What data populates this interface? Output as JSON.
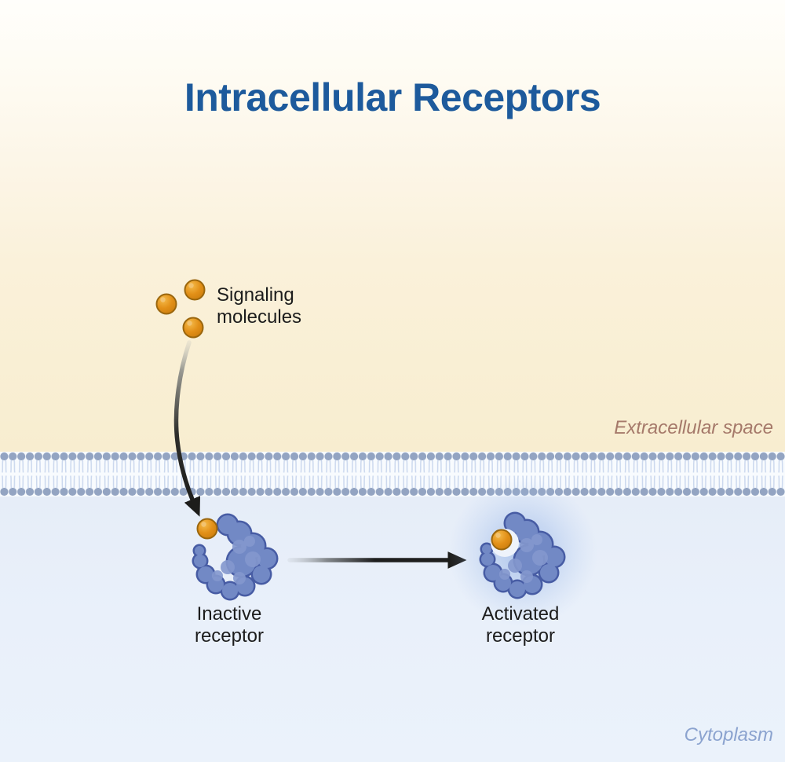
{
  "title": "Intracellular Receptors",
  "regions": {
    "extracellular_label": "Extracellular space",
    "cytoplasm_label": "Cytoplasm"
  },
  "annotations": {
    "signaling_molecules": "Signaling\nmolecules",
    "inactive_receptor": "Inactive\nreceptor",
    "activated_receptor": "Activated\nreceptor"
  },
  "colors": {
    "title_text": "#1d5a9c",
    "extracellular_text": "#a5796a",
    "cytoplasm_text": "#8ba3cf",
    "annotation_text": "#1c1c1c",
    "extracellular_bg": "#f9efd5",
    "cytoplasm_bg": "#e9f0fa",
    "membrane_head": "#93a4c2",
    "membrane_tail": "#cbd8ee",
    "membrane_band_bg": "#f8fbfe",
    "ligand_orange": "#e29018",
    "ligand_outline": "#9a660d",
    "receptor_blue": "#7289c5",
    "receptor_outline": "#475ca4",
    "receptor_lump": "#8498ce",
    "arrow_dark": "#1d1d1b",
    "activated_glow": "#7fa3e0",
    "pocket_white": "#eef3fb"
  }
}
